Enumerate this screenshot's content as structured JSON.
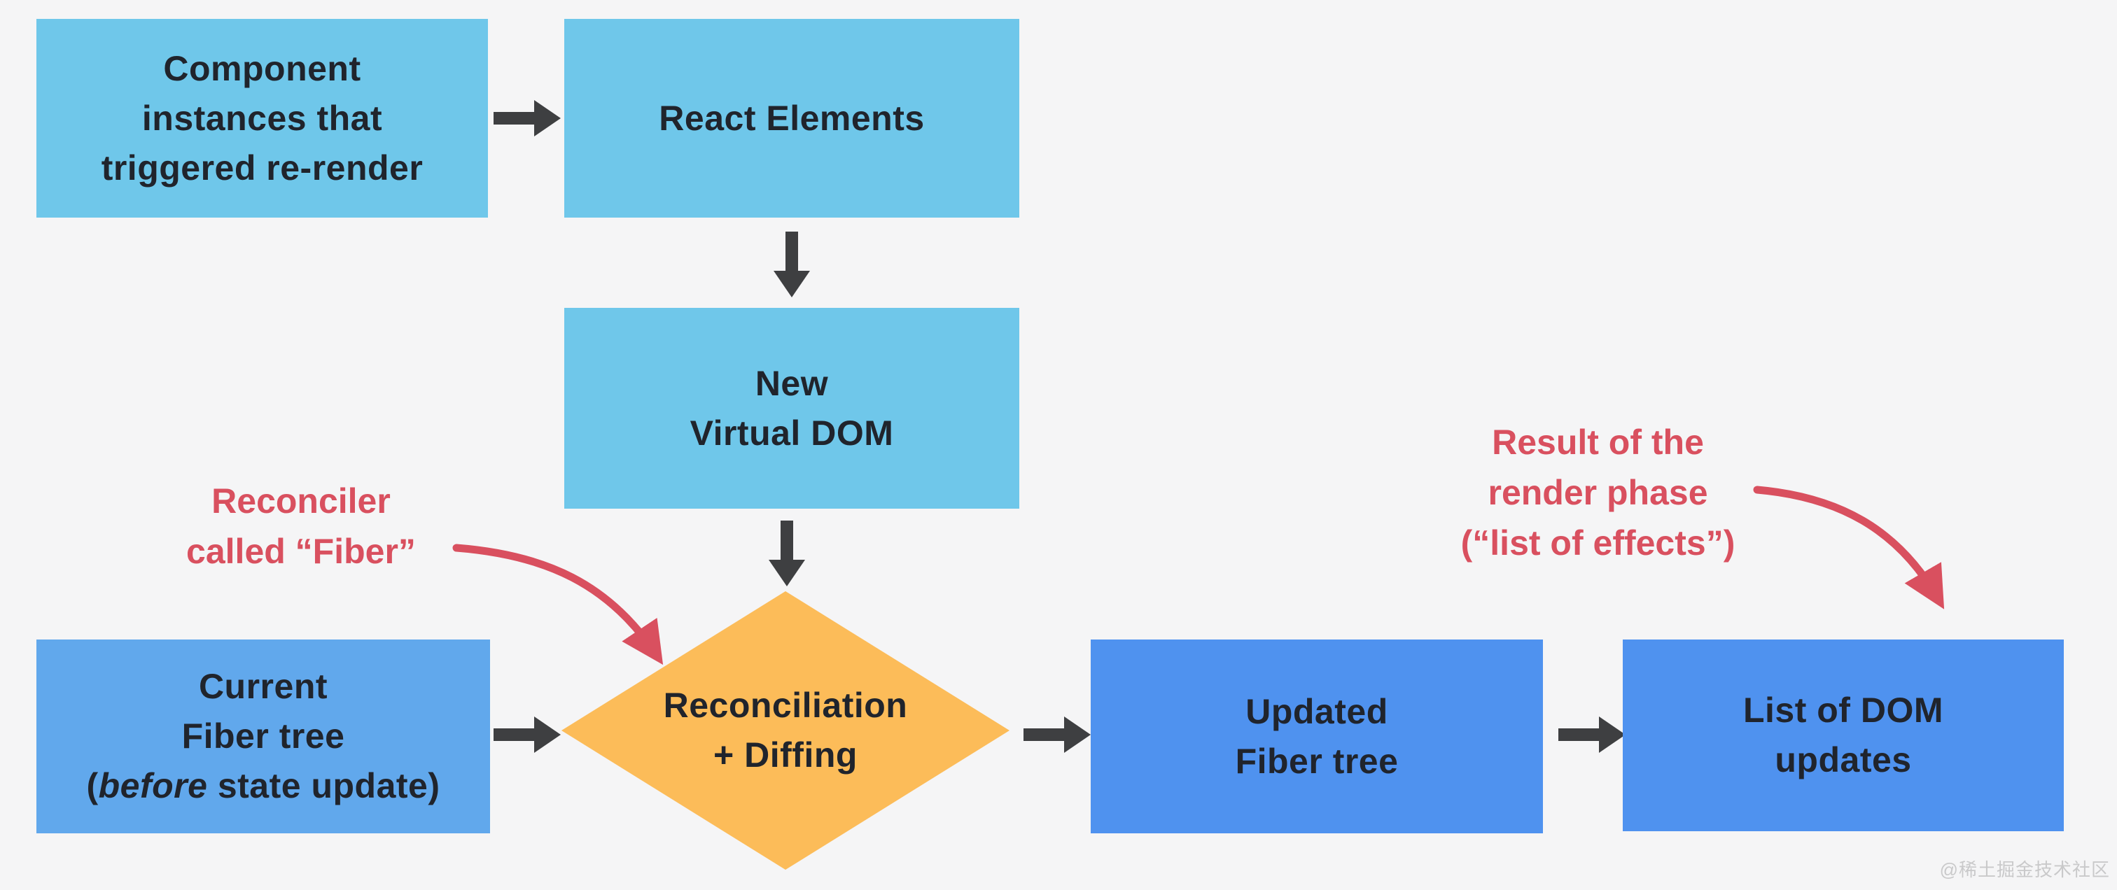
{
  "diagram": {
    "background": "#f5f5f6",
    "colors": {
      "background": "#f5f5f6",
      "light_blue": "#6fc7ea",
      "blue_left": "#61a8ec",
      "blue": "#4f92ef",
      "orange": "#fcbc59",
      "arrow_gray": "#3e3f41",
      "red": "#d9505f",
      "text_dark": "#20242c",
      "watermark_gray": "#c9c9ca"
    },
    "nodes": [
      {
        "id": "component-instances",
        "lines": [
          "Component",
          "instances that",
          "triggered re-render"
        ]
      },
      {
        "id": "react-elements",
        "lines": [
          "React Elements"
        ]
      },
      {
        "id": "new-virtual-dom",
        "lines": [
          "New",
          "Virtual DOM"
        ]
      },
      {
        "id": "current-fiber-tree",
        "lines": [
          "Current",
          "Fiber tree"
        ],
        "line3": {
          "prefix": "(",
          "italic": "before",
          "suffix": " state update)"
        }
      },
      {
        "id": "reconciliation",
        "lines": [
          "Reconciliation",
          "+ Diffing"
        ]
      },
      {
        "id": "updated-fiber-tree",
        "lines": [
          "Updated",
          "Fiber tree"
        ]
      },
      {
        "id": "list-of-dom-updates",
        "lines": [
          "List of DOM",
          "updates"
        ]
      }
    ],
    "annotations": [
      {
        "id": "reconciler",
        "lines": [
          "Reconciler",
          "called “Fiber”"
        ]
      },
      {
        "id": "render-result",
        "lines": [
          "Result of the",
          "render phase",
          "(“list of effects”)"
        ]
      }
    ],
    "watermark": "@稀土掘金技术社区"
  }
}
